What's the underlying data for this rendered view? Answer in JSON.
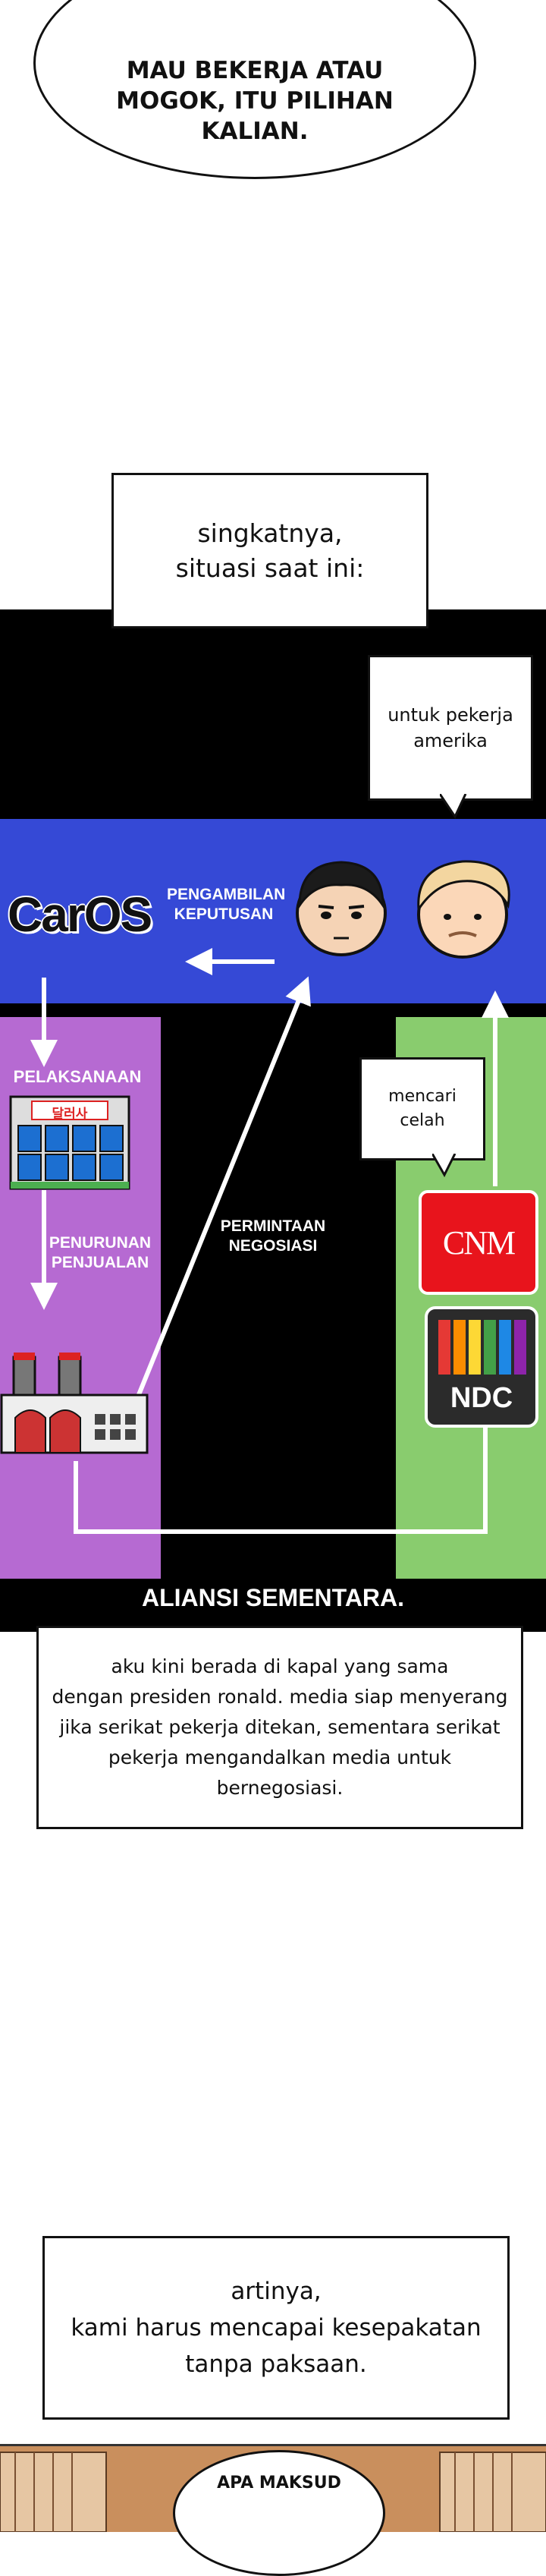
{
  "panel1": {
    "bubble_text": "MAU BEKERJA ATAU\nMOGOK, ITU PILIHAN\nKALIAN."
  },
  "panel2": {
    "caption": "singkatnya,\nsituasi saat ini:"
  },
  "diagram": {
    "logo_text": "CarOS",
    "decision_label": "PENGAMBILAN\nKEPUTUSAN",
    "execution_label": "PELAKSANAAN",
    "building_sign": "달러사",
    "sales_label": "PENURUNAN\nPENJUALAN",
    "negotiation_label": "PERMINTAAN\nNEGOSIASI",
    "speech_us_workers": "untuk pekerja\namerika",
    "speech_loophole": "mencari\ncelah",
    "media1": "CNM",
    "media2": "NDC",
    "alliance_title": "ALIANSI SEMENTARA.",
    "colors": {
      "blue": "#3549d6",
      "purple": "#b66ad2",
      "green": "#89cc6e",
      "black": "#000000",
      "red": "#e8141c"
    }
  },
  "panel3": {
    "caption": "aku kini berada di kapal yang sama\ndengan presiden ronald. media siap menyerang\njika serikat pekerja ditekan, sementara serikat\npekerja mengandalkan media untuk\nbernegosiasi."
  },
  "panel4": {
    "caption": "artinya,\nkami harus mencapai kesepakatan\ntanpa paksaan."
  },
  "panel5": {
    "bubble_text": "APA MAKSUD"
  }
}
